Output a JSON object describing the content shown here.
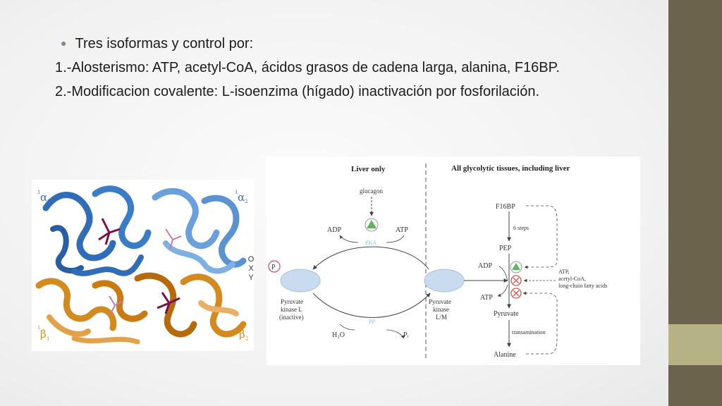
{
  "slide": {
    "bullet": "Tres isoformas y control por:",
    "line1": "1.-Alosterismo: ATP, acetyl-CoA, ácidos grasos de cadena larga, alanina, F16BP.",
    "line2": "2.-Modificacion covalente: L-isoenzima (hígado) inactivación por fosforilación."
  },
  "protein": {
    "alpha1_sup": "1",
    "alpha1": "α",
    "alpha1_sub": "1",
    "alpha2_sup": "1",
    "alpha2": "α",
    "alpha2_sub": "2",
    "beta1_sup": "1",
    "beta1": "β",
    "beta1_sub": "1",
    "beta2_sup": "1",
    "beta2": "β",
    "beta2_sub": "2",
    "oxy": [
      "O",
      "X",
      "Y"
    ]
  },
  "pathway": {
    "liver_only": "Liver only",
    "all_tissues": "All glycolytic tissues, including liver",
    "glucagon": "glucagon",
    "adp_left": "ADP",
    "atp_left": "ATP",
    "pka": "PKA",
    "p_mark": "P",
    "pk_inactive": [
      "Pyruvate",
      "kinase L",
      "(inactive)"
    ],
    "pk_active": [
      "Pyruvate",
      "kinase",
      "L/M"
    ],
    "pp": "PP",
    "h2o": "H₂O",
    "pi": "Pᵢ",
    "f16bp": "F16BP",
    "six_steps": "6 steps",
    "pep": "PEP",
    "adp_right": "ADP",
    "atp_right": "ATP",
    "inhibitors": [
      "ATP,",
      "acetyl-CoA,",
      "long-chain fatty acids"
    ],
    "pyruvate": "Pyruvate",
    "transamination": "transamination",
    "alanine": "Alanine"
  },
  "colors": {
    "sidebar": "#6b634c",
    "sidebar_band": "#b5b386",
    "helix_blue": "#2f6db8",
    "helix_orange": "#d38a1e",
    "heme": "#7a1448",
    "activator_green": "#5cb85c",
    "inhibitor_red": "#d9534f",
    "enzyme_fill": "#c9dcef"
  }
}
